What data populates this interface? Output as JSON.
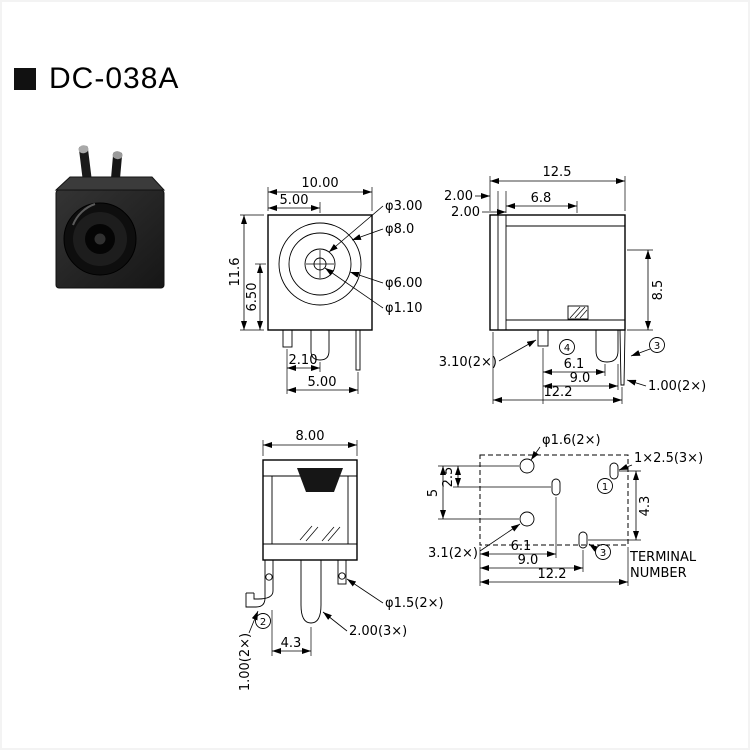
{
  "header": {
    "title": "DC-038A"
  },
  "front_view": {
    "dim_width": "10.00",
    "dim_width_half": "5.00",
    "dim_height": "11.6",
    "dim_height_lower": "6.50",
    "label_d3": "φ3.00",
    "label_d8": "φ8.0",
    "label_d6": "φ6.00",
    "label_d110": "φ1.10",
    "dim_pin_pitch": "2.10",
    "dim_pin_span": "5.00"
  },
  "side_view": {
    "dim_width": "12.5",
    "dim_flange_a": "2.00",
    "dim_flange_b": "2.00",
    "dim_body": "6.8",
    "dim_height": "8.5",
    "label_pin_len": "3.10(2×)",
    "dim_p1": "6.1",
    "dim_p2": "9.0",
    "dim_p3": "12.2",
    "label_pin_w": "1.00(2×)",
    "terminal_4": "4",
    "terminal_3": "3"
  },
  "bottom_view": {
    "dim_width": "8.00",
    "terminal_2": "2",
    "label_hole": "φ1.5(2×)",
    "label_pin": "2.00(3×)",
    "dim_offset": "4.3",
    "label_leg_w": "1.00(2×)"
  },
  "pcb_view": {
    "label_hole": "φ1.6(2×)",
    "label_slot": "1×2.5(3×)",
    "dim_v_top": "2.5",
    "dim_v_full": "5",
    "dim_v_right": "4.3",
    "label_hole_b": "3.1(2×)",
    "dim_p1": "6.1",
    "dim_p2": "9.0",
    "dim_p3": "12.2",
    "terminal_1": "1",
    "terminal_3": "3",
    "terminal_label_line1": "TERMINAL",
    "terminal_label_line2": "NUMBER"
  }
}
